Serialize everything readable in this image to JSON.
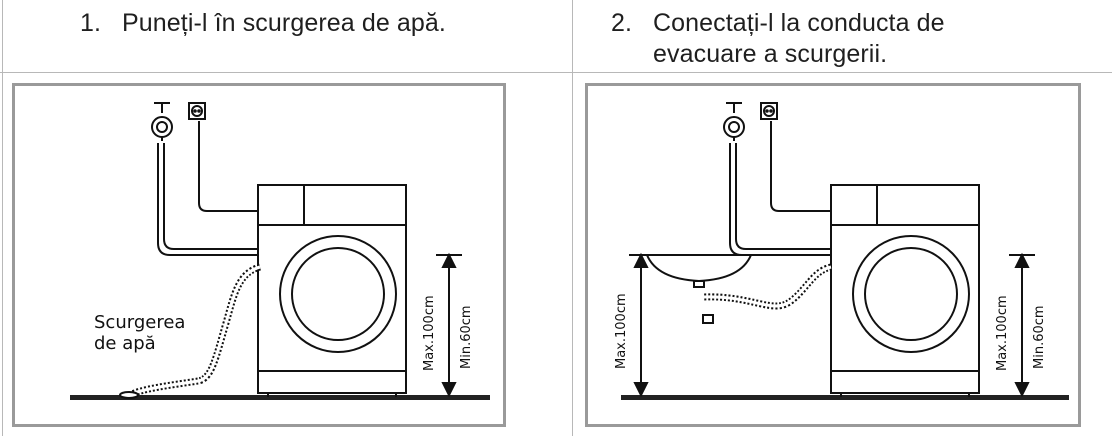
{
  "steps": [
    {
      "number": "1.",
      "text": "Puneți-l în scurgerea de apă.",
      "diagram": {
        "label_line1": "Scurgerea",
        "label_line2": "de apă",
        "max_label": "Max.100cm",
        "min_label": "Min.60cm"
      }
    },
    {
      "number": "2.",
      "text_line1": "Conectați-l la conducta de",
      "text_line2": "evacuare a scurgerii.",
      "diagram": {
        "max_left_label": "Max.100cm",
        "max_label": "Max.100cm",
        "min_label": "Min.60cm"
      }
    }
  ],
  "icons": {
    "faucet": "water-tap-icon",
    "socket": "power-outlet-icon"
  }
}
